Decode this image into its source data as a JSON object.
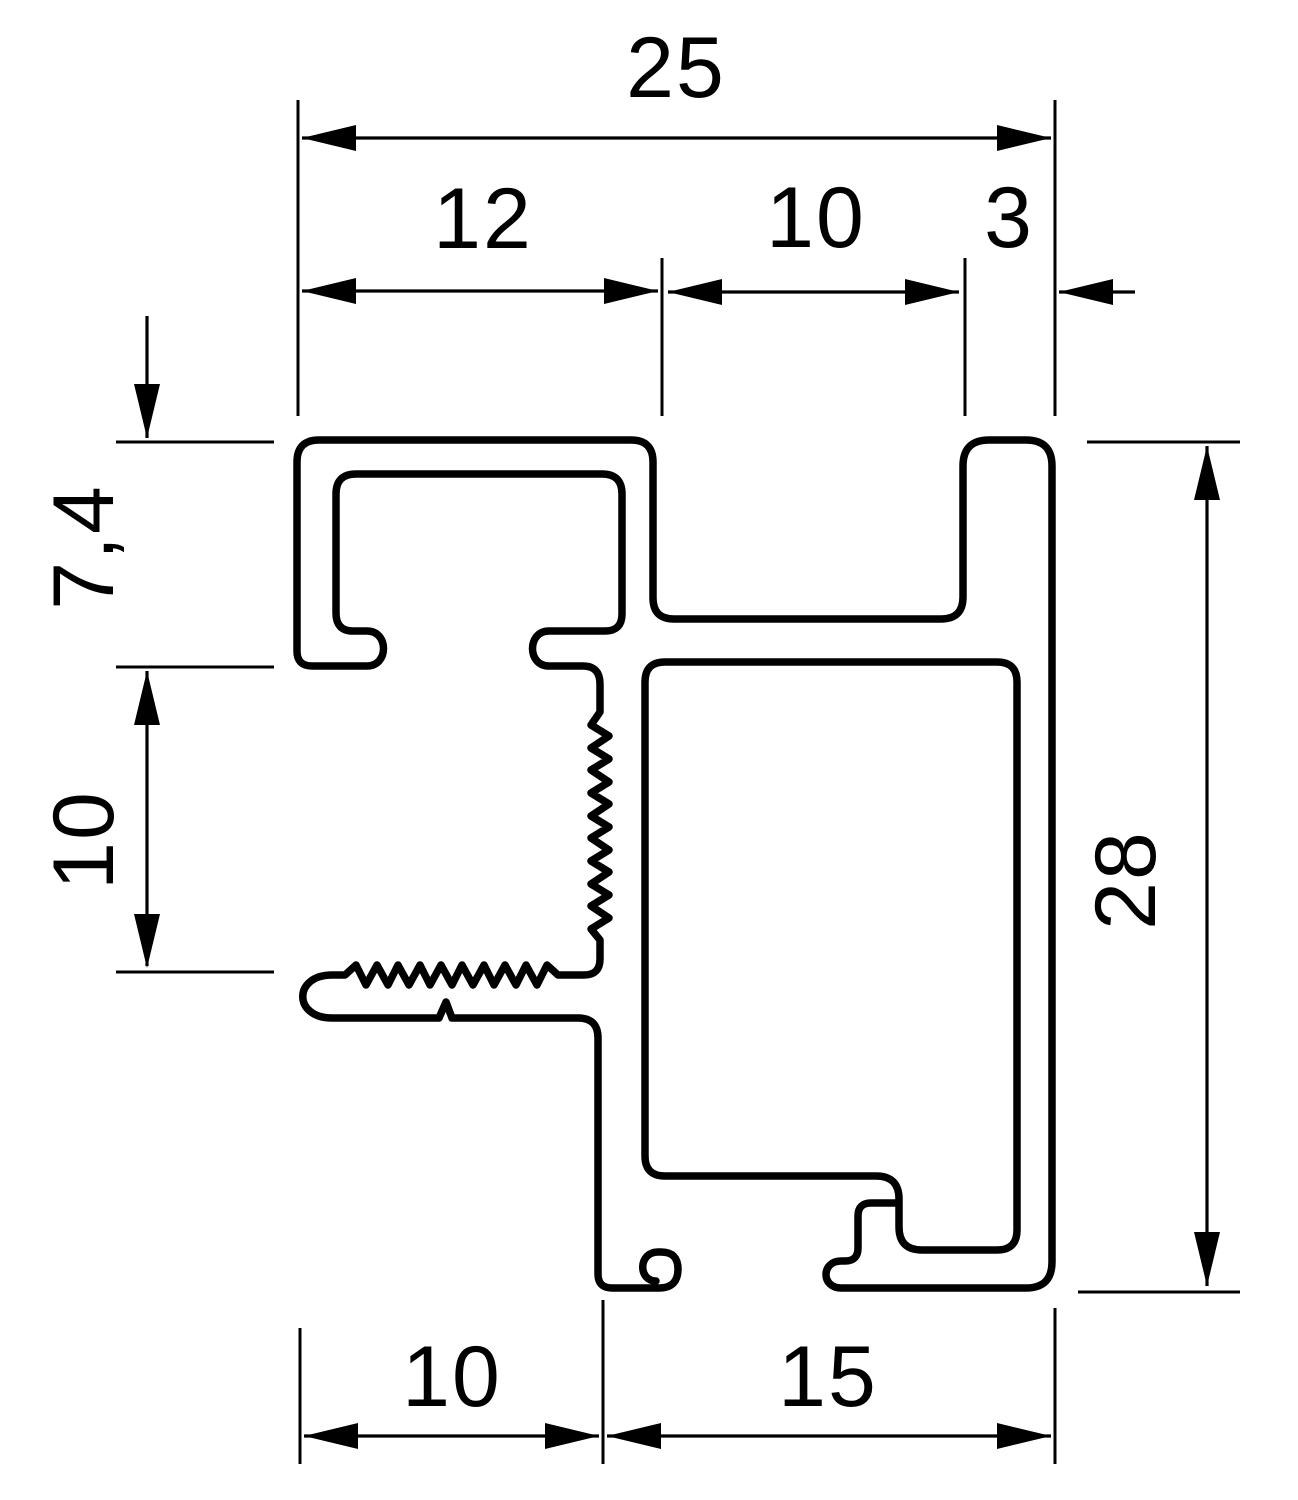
{
  "drawing": {
    "type": "technical-profile-cross-section",
    "colors": {
      "ink": "#000000",
      "background": "#ffffff"
    },
    "dims": {
      "total_width": "25",
      "seg_left": "12",
      "seg_mid": "10",
      "seg_right": "3",
      "left_upper": "7,4",
      "left_lower": "10",
      "height": "28",
      "bottom_left": "10",
      "bottom_right": "15"
    }
  }
}
